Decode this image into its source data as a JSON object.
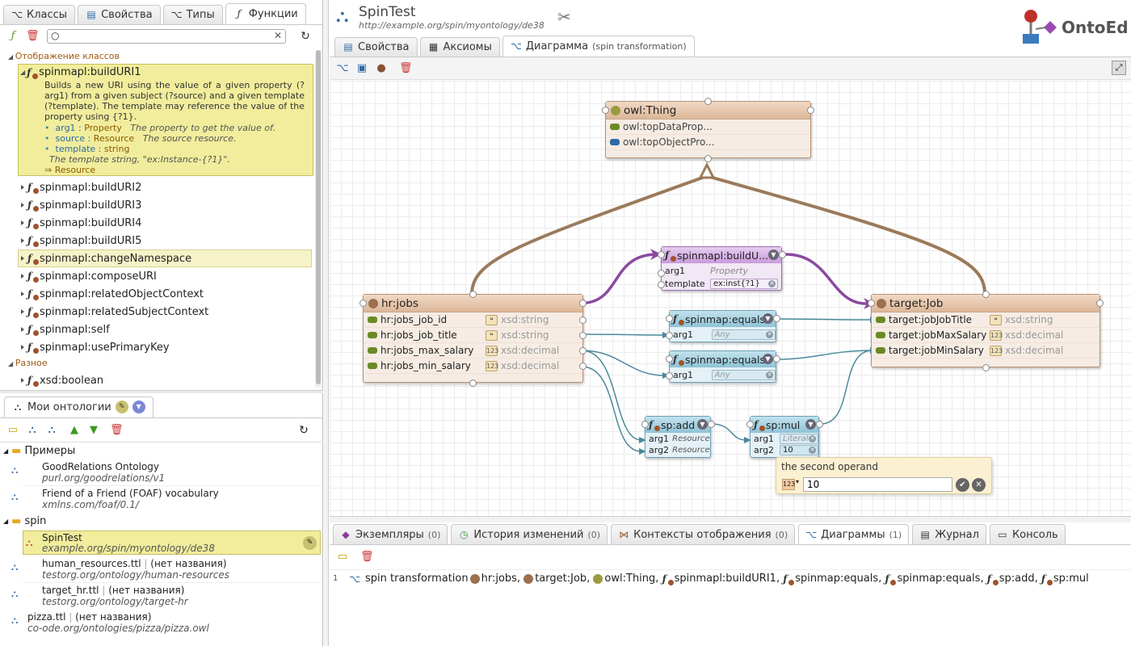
{
  "left_tabs": [
    {
      "label": "Классы",
      "icon": "class-tree-icon"
    },
    {
      "label": "Свойства",
      "icon": "properties-icon"
    },
    {
      "label": "Типы",
      "icon": "types-icon"
    },
    {
      "label": "Функции",
      "icon": "function-icon",
      "active": true
    }
  ],
  "functions_panel": {
    "search_placeholder": "",
    "group_class_mapping": "Отображение классов",
    "selected_fn": {
      "name": "spinmapl:buildURI1",
      "description": "Builds a new URI using the value of a given property (?arg1) from a given subject (?source) and a given template (?template). The template may reference the value of the property using {?1}.",
      "args": [
        {
          "name": "arg1",
          "type": "Property",
          "desc": "The property to get the value of."
        },
        {
          "name": "source",
          "type": "Resource",
          "desc": "The source resource."
        },
        {
          "name": "template",
          "type": "string",
          "desc": ""
        }
      ],
      "template_note": "The template string, \"ex:Instance-{?1}\".",
      "returns": "⇒ Resource"
    },
    "items": [
      "spinmapl:buildURI2",
      "spinmapl:buildURI3",
      "spinmapl:buildURI4",
      "spinmapl:buildURI5",
      "spinmapl:changeNamespace",
      "spinmapl:composeURI",
      "spinmapl:relatedObjectContext",
      "spinmapl:relatedSubjectContext",
      "spinmapl:self",
      "spinmapl:usePrimaryKey"
    ],
    "group_misc": "Разное",
    "misc_items": [
      "xsd:boolean"
    ]
  },
  "my_ontologies": {
    "title": "Мои онтологии",
    "groups": [
      {
        "name": "Примеры",
        "items": [
          {
            "title": "GoodRelations Ontology",
            "url": "purl.org/goodrelations/v1"
          },
          {
            "title": "Friend of a Friend (FOAF) vocabulary",
            "url": "xmlns.com/foaf/0.1/"
          }
        ]
      },
      {
        "name": "spin",
        "items": [
          {
            "title": "SpinTest",
            "url": "example.org/spin/myontology/de38"
          },
          {
            "title": "human_resources.ttl",
            "sub": "(нет названия)",
            "url": "testorg.org/ontology/human-resources"
          },
          {
            "title": "target_hr.ttl",
            "sub": "(нет названия)",
            "url": "testorg.org/ontology/target-hr"
          }
        ]
      }
    ],
    "loose": [
      {
        "title": "pizza.ttl",
        "sub": "(нет названия)",
        "url": "co-ode.org/ontologies/pizza/pizza.owl"
      }
    ]
  },
  "header": {
    "title": "SpinTest",
    "url": "http://example.org/spin/myontology/de38",
    "logo": "OntoEd"
  },
  "main_tabs": [
    {
      "label": "Свойства",
      "icon": "properties-icon"
    },
    {
      "label": "Аксиомы",
      "icon": "axioms-icon"
    },
    {
      "label": "Диаграмма",
      "sub": "(spin transformation)",
      "icon": "diagram-icon",
      "active": true
    }
  ],
  "diagram": {
    "thing": {
      "title": "owl:Thing",
      "rows": [
        "owl:topDataProp...",
        "owl:topObjectPro..."
      ]
    },
    "hrjobs": {
      "title": "hr:jobs",
      "rows": [
        {
          "name": "hr:jobs_job_id",
          "type": "xsd:string",
          "badge": "❝"
        },
        {
          "name": "hr:jobs_job_title",
          "type": "xsd:string",
          "badge": "❝"
        },
        {
          "name": "hr:jobs_max_salary",
          "type": "xsd:decimal",
          "badge": "123"
        },
        {
          "name": "hr:jobs_min_salary",
          "type": "xsd:decimal",
          "badge": "123"
        }
      ]
    },
    "targetjob": {
      "title": "target:Job",
      "rows": [
        {
          "name": "target:jobJobTitle",
          "type": "xsd:string",
          "badge": "❝"
        },
        {
          "name": "target:jobMaxSalary",
          "type": "xsd:decimal",
          "badge": "123"
        },
        {
          "name": "target:jobMinSalary",
          "type": "xsd:decimal",
          "badge": "123"
        }
      ]
    },
    "builduri": {
      "title": "spinmapl:buildU...",
      "arg1": "arg1",
      "arg1_type": "Property",
      "template": "template",
      "template_value": "ex:inst{?1}"
    },
    "equals1": {
      "title": "spinmap:equals",
      "arg1": "arg1",
      "placeholder": "Any"
    },
    "equals2": {
      "title": "spinmap:equals",
      "arg1": "arg1",
      "placeholder": "Any"
    },
    "add": {
      "title": "sp:add",
      "arg1": "arg1",
      "arg1_type": "Resource",
      "arg2": "arg2",
      "arg2_type": "Resource"
    },
    "mul": {
      "title": "sp:mul",
      "arg1": "arg1",
      "arg1_placeholder": "Literal",
      "arg2": "arg2",
      "arg2_value": "10"
    },
    "popup": {
      "title": "the second operand",
      "value": "10",
      "type_badge": "123"
    }
  },
  "bottom_tabs": [
    {
      "label": "Экземпляры",
      "count": "(0)",
      "icon": "individuals-icon"
    },
    {
      "label": "История изменений",
      "count": "(0)",
      "icon": "history-icon"
    },
    {
      "label": "Контексты отображения",
      "count": "(0)",
      "icon": "contexts-icon"
    },
    {
      "label": "Диаграммы",
      "count": "(1)",
      "icon": "diagram-icon",
      "active": true
    },
    {
      "label": "Журнал",
      "count": "",
      "icon": "journal-icon"
    },
    {
      "label": "Консоль",
      "count": "",
      "icon": "console-icon"
    }
  ],
  "diagrams_list": [
    {
      "num": "1",
      "name": "spin transformation",
      "elements": [
        "hr:jobs",
        "target:Job",
        "owl:Thing",
        "spinmapl:buildURI1",
        "spinmap:equals",
        "spinmap:equals",
        "sp:add",
        "sp:mul"
      ]
    }
  ]
}
